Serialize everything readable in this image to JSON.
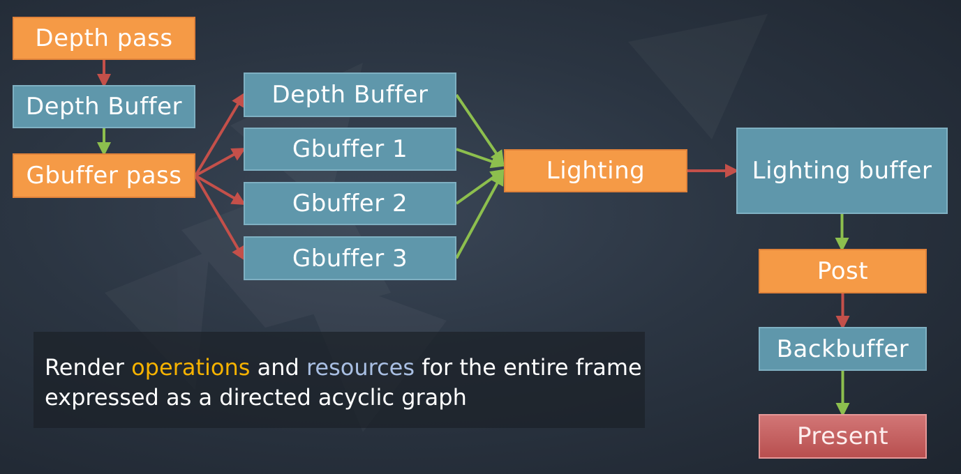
{
  "theme": {
    "operation_color": "#f59a46",
    "resource_color": "#5f97ab",
    "present_color": "#c45c5c",
    "write_edge_color": "#c4504a",
    "read_edge_color": "#8dbf4e",
    "caption_ops_color": "#f7b300",
    "caption_res_color": "#a9bfe3"
  },
  "nodes": {
    "depth_pass": "Depth pass",
    "depth_buffer_1": "Depth Buffer",
    "gbuffer_pass": "Gbuffer pass",
    "depth_buffer_2": "Depth Buffer",
    "gbuffer_1": "Gbuffer 1",
    "gbuffer_2": "Gbuffer 2",
    "gbuffer_3": "Gbuffer 3",
    "lighting": "Lighting",
    "lighting_buffer": "Lighting buffer",
    "post": "Post",
    "backbuffer": "Backbuffer",
    "present": "Present"
  },
  "edges": [
    {
      "from": "depth_pass",
      "to": "depth_buffer_1",
      "kind": "write"
    },
    {
      "from": "depth_buffer_1",
      "to": "gbuffer_pass",
      "kind": "read"
    },
    {
      "from": "gbuffer_pass",
      "to": "depth_buffer_2",
      "kind": "write"
    },
    {
      "from": "gbuffer_pass",
      "to": "gbuffer_1",
      "kind": "write"
    },
    {
      "from": "gbuffer_pass",
      "to": "gbuffer_2",
      "kind": "write"
    },
    {
      "from": "gbuffer_pass",
      "to": "gbuffer_3",
      "kind": "write"
    },
    {
      "from": "depth_buffer_2",
      "to": "lighting",
      "kind": "read"
    },
    {
      "from": "gbuffer_1",
      "to": "lighting",
      "kind": "read"
    },
    {
      "from": "gbuffer_2",
      "to": "lighting",
      "kind": "read"
    },
    {
      "from": "gbuffer_3",
      "to": "lighting",
      "kind": "read"
    },
    {
      "from": "lighting",
      "to": "lighting_buffer",
      "kind": "write"
    },
    {
      "from": "lighting_buffer",
      "to": "post",
      "kind": "read"
    },
    {
      "from": "post",
      "to": "backbuffer",
      "kind": "write"
    },
    {
      "from": "backbuffer",
      "to": "present",
      "kind": "read"
    }
  ],
  "caption": {
    "prefix": "Render ",
    "operations": "operations",
    "middle": " and ",
    "resources": "resources",
    "suffix": " for the entire frame expressed as a directed acyclic graph"
  }
}
